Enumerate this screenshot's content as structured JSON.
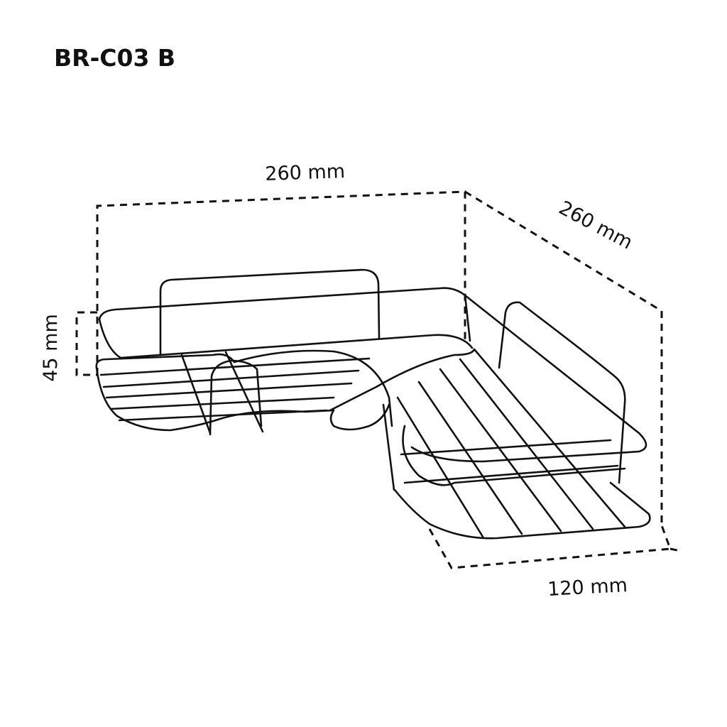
{
  "title": "BR-C03 B",
  "dimensions": {
    "width_top": "260 mm",
    "depth_right": "260 mm",
    "height_left": "45 mm",
    "shelf_depth_bottom": "120 mm"
  },
  "colors": {
    "line": "#111111",
    "background": "#ffffff"
  }
}
